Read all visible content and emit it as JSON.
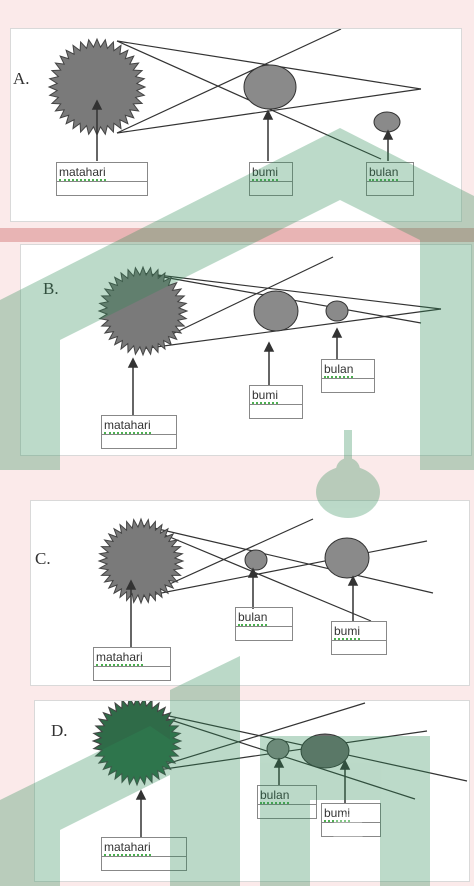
{
  "diagram": {
    "options": [
      {
        "letter": "A.",
        "labels": {
          "sun": "matahari",
          "first": "bumi",
          "second": "bulan"
        }
      },
      {
        "letter": "B.",
        "labels": {
          "sun": "matahari",
          "first": "bumi",
          "second": "bulan"
        }
      },
      {
        "letter": "C.",
        "labels": {
          "sun": "matahari",
          "first": "bulan",
          "second": "bumi"
        }
      },
      {
        "letter": "D.",
        "labels": {
          "sun": "matahari",
          "first": "bulan",
          "second": "bumi"
        }
      }
    ]
  },
  "colors": {
    "sun": "#7a7a7a",
    "body": "#8a8a8a",
    "watermark": "#2e8b57"
  }
}
